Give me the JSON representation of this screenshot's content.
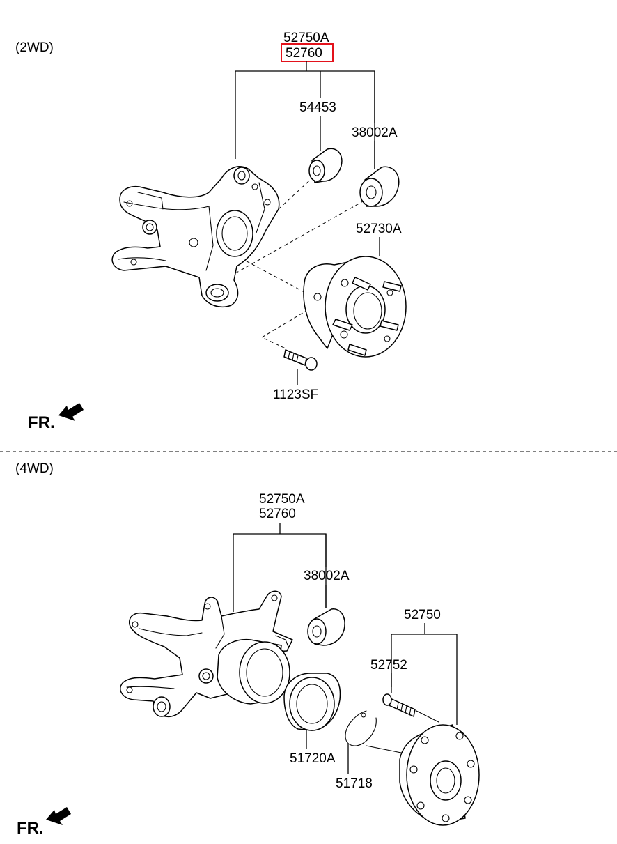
{
  "sections": {
    "top": {
      "variant": "(2WD)",
      "fr": "FR.",
      "labels": {
        "assembly_a": "52750A",
        "assembly_b": "52760",
        "bush_small": "54453",
        "bush_large": "38002A",
        "hub": "52730A",
        "bolt": "1123SF"
      },
      "highlight_color": "#e3121b"
    },
    "bottom": {
      "variant": "(4WD)",
      "fr": "FR.",
      "labels": {
        "assembly_a": "52750A",
        "assembly_b": "52760",
        "bush": "38002A",
        "hub_assembly": "52750",
        "hub_bolt": "52752",
        "bearing": "51720A",
        "snap_ring": "51718"
      }
    }
  }
}
